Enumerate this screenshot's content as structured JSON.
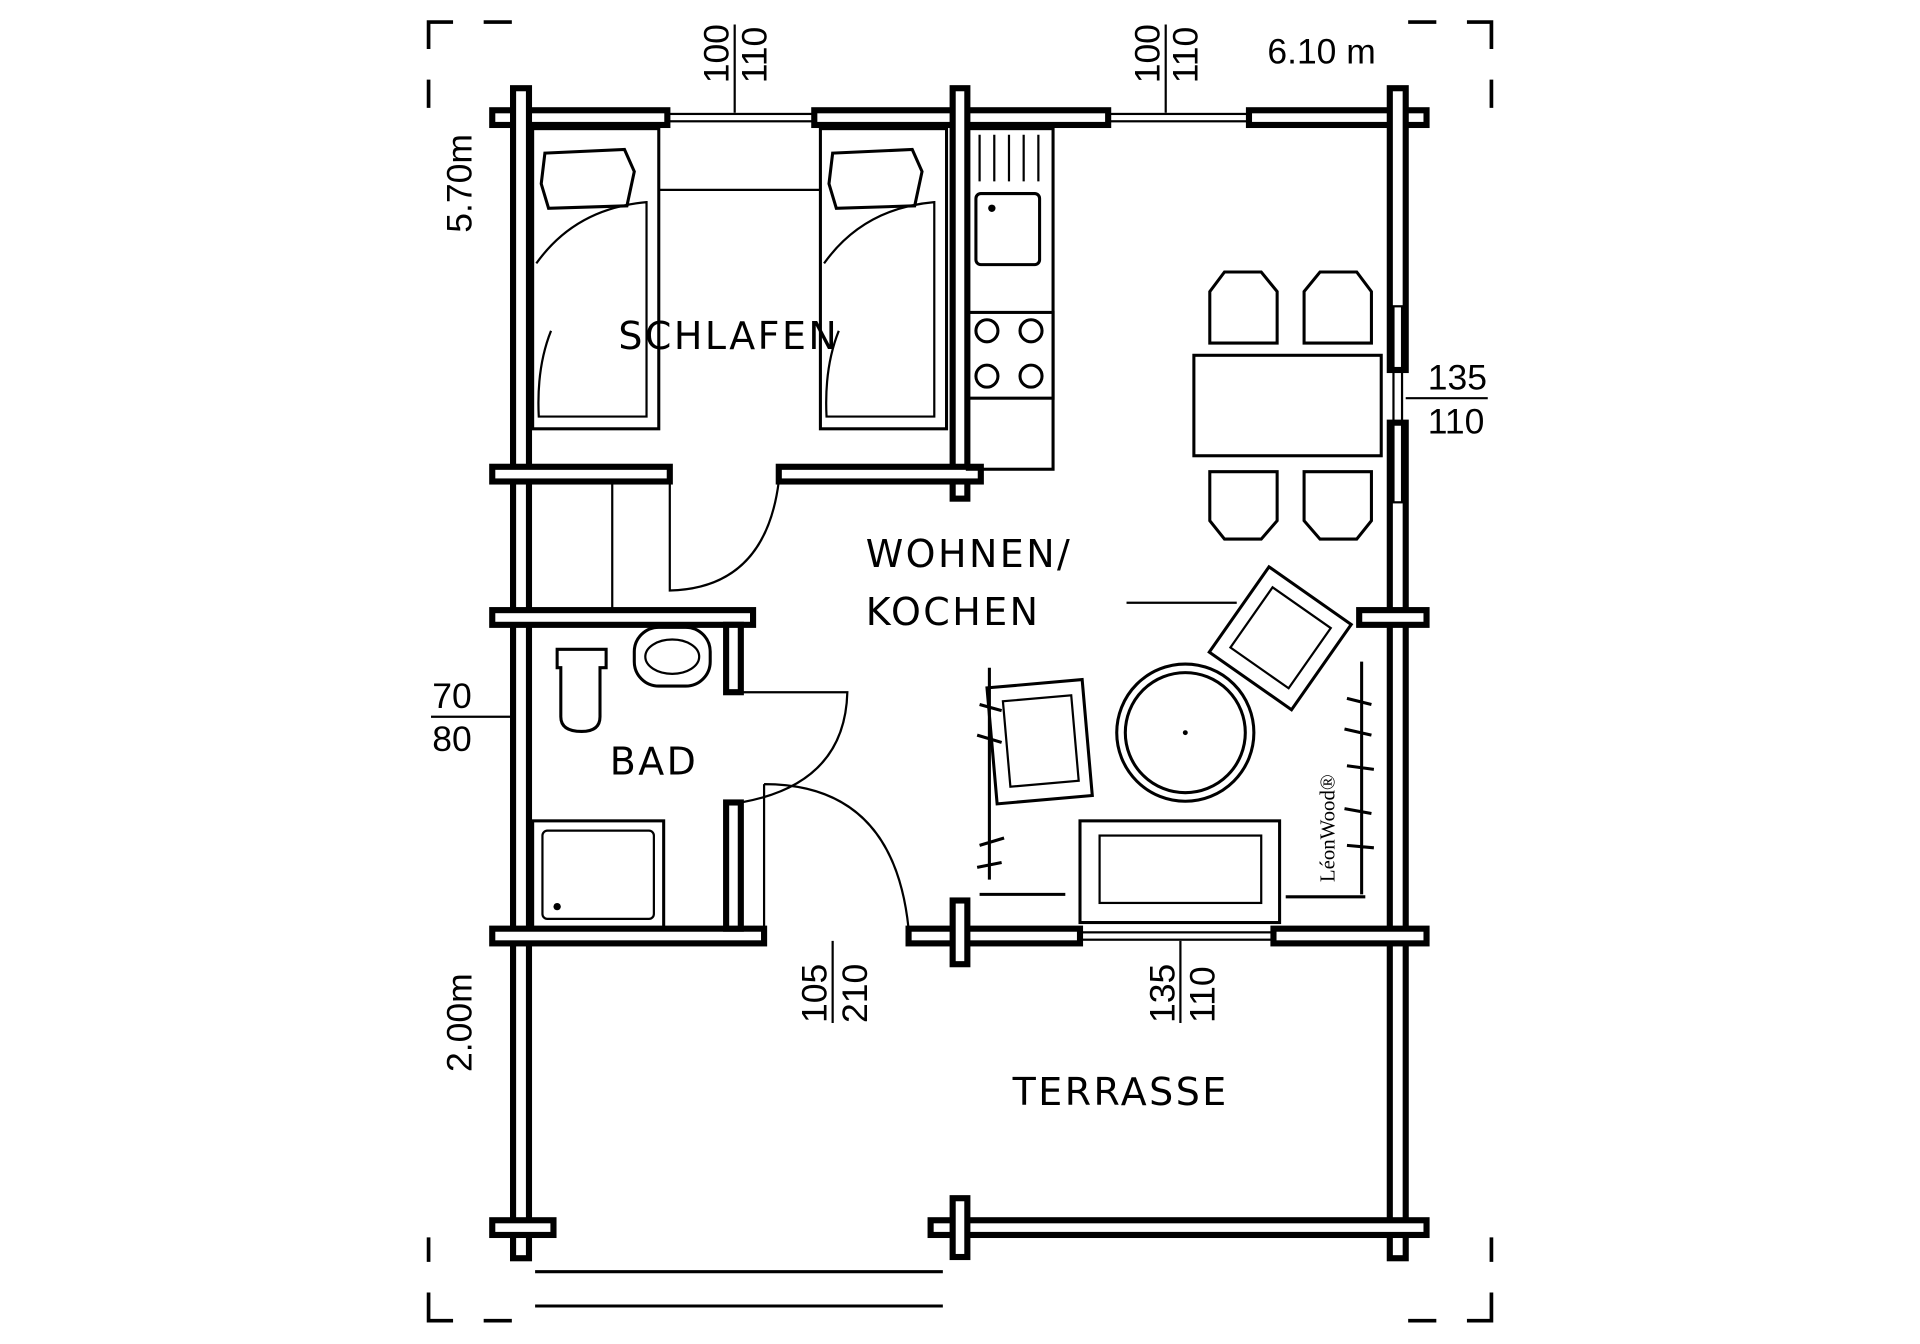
{
  "rooms": {
    "bedroom": "SCHLAFEN",
    "living_1": "WOHNEN/",
    "living_2": "KOCHEN",
    "bath": "BAD",
    "terrace": "TERRASSE"
  },
  "dimensions": {
    "width": "6.10 m",
    "depth": "5.70m",
    "terrace_depth": "2.00m",
    "window_top_left": {
      "w": "100",
      "h": "110"
    },
    "window_top_right": {
      "w": "100",
      "h": "110"
    },
    "window_right": {
      "w": "135",
      "h": "110"
    },
    "window_bath": {
      "w": "70",
      "h": "80"
    },
    "door_front": {
      "w": "105",
      "h": "210"
    },
    "window_front": {
      "w": "135",
      "h": "110"
    }
  },
  "logo": "LéonWood®"
}
